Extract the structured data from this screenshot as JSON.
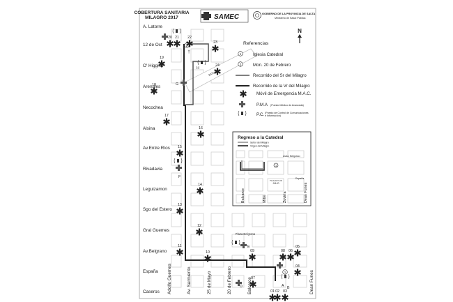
{
  "header": {
    "title_line1": "COBERTURA SANITARIA",
    "title_line2": "MILAGRO 2017",
    "samec_logo": "SAMEC",
    "gov_line1": "GOBIERNO DE LA PROVINCIA DE SALTA",
    "gov_line2": "Ministerio de Salud Pública"
  },
  "north": {
    "label": "N"
  },
  "streets_horizontal": [
    "A. Latorre",
    "12 de Oct",
    "O' Higgins",
    "Arenales",
    "Necochea",
    "Alsina",
    "Av.Entre Ríos",
    "Rivadavia",
    "Leguizamon",
    "Sgo del Estero",
    "Gral Guemes",
    "Av.Belgrano",
    "España",
    "Caseros"
  ],
  "streets_vertical": [
    "Adolfo Guemes",
    "Av. Sarmiento",
    "25 de Mayo",
    "20 de Febrero",
    "Balcarce",
    "Dean Funes"
  ],
  "area_labels": {
    "diagonal_street": "BATCASE",
    "plaza": "Plaza Belgrano"
  },
  "route_points": {
    "circle_1": "1",
    "circle_2": "2",
    "cross_top": "†",
    "letters": [
      "G",
      "H",
      "F",
      "E",
      "D",
      "C",
      "A",
      "B"
    ]
  },
  "markers": [
    "20",
    "21",
    "22",
    "23",
    "19",
    "24",
    "18",
    "17",
    "16",
    "15",
    "14",
    "13",
    "12",
    "11",
    "10",
    "09",
    "08",
    "07",
    "06",
    "05",
    "04",
    "03",
    "02",
    "01"
  ],
  "legend": {
    "heading": "Referencias",
    "item_1_num": "1",
    "item_1": "Iglesia Catedral",
    "item_2_num": "2",
    "item_2": "Mon. 20 de Febrero",
    "item_3": "Recorrido del Sr del Milagro",
    "item_4": "Recorrido de la Vr del Milagro",
    "item_5": "Móvil de Emergencia M.A.C.",
    "item_6": "P.M.A",
    "item_6_detail": "(Puesto Médico de Avanzada)",
    "item_7": "P.C.",
    "item_7_detail": "(Puesto de Control de Comunicaciones e Información)"
  },
  "inset": {
    "title": "Regreso a la Catedral",
    "legend_a": "Señor del Milagro",
    "legend_b": "Virgen del Milagro",
    "circle": "1",
    "streets": [
      "Avda. Belgrano",
      "España",
      "Balcarce",
      "Mitre",
      "Zuviría",
      "Dean Funes"
    ],
    "plaza": "PLAZA 9 DE JULIO"
  },
  "colors": {
    "street_gray": "#cfcfcf",
    "route_dark": "#222222",
    "route_mid": "#555555"
  }
}
